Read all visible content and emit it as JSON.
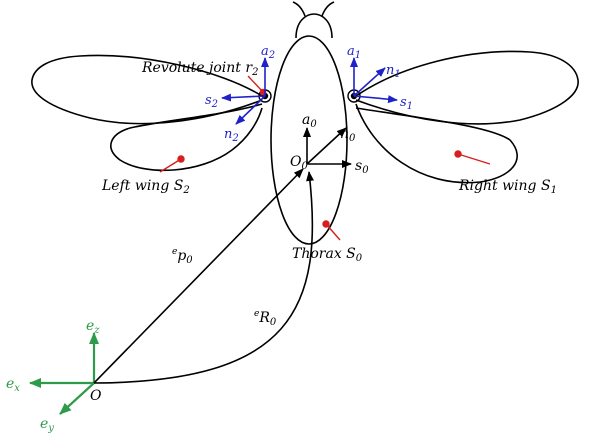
{
  "colors": {
    "outline": "#000000",
    "body_frame": "#1f22c8",
    "world_frame": "#2e9b4a",
    "point_marker": "#d81e1e"
  },
  "labels": {
    "revolute_joint": {
      "main": "Revolute joint r",
      "sub": "2"
    },
    "left_wing": {
      "main": "Left wing S",
      "sub": "2"
    },
    "right_wing": {
      "main": "Right wing S",
      "sub": "1"
    },
    "thorax": {
      "main": "Thorax S",
      "sub": "0"
    },
    "body_origin": {
      "main": "O",
      "sub": "0"
    },
    "world_origin": "O",
    "position_vector": {
      "sup": "e",
      "main": "p",
      "sub": "0"
    },
    "rotation": {
      "sup": "e",
      "main": "R",
      "sub": "0"
    }
  },
  "body_frame": {
    "a": {
      "main": "a",
      "sub": "0"
    },
    "n": {
      "main": "n",
      "sub": "0"
    },
    "s": {
      "main": "s",
      "sub": "0"
    }
  },
  "right_wing_frame": {
    "a": {
      "main": "a",
      "sub": "1"
    },
    "n": {
      "main": "n",
      "sub": "1"
    },
    "s": {
      "main": "s",
      "sub": "1"
    }
  },
  "left_wing_frame": {
    "a": {
      "main": "a",
      "sub": "2"
    },
    "n": {
      "main": "n",
      "sub": "2"
    },
    "s": {
      "main": "s",
      "sub": "2"
    }
  },
  "world_frame": {
    "z": {
      "main": "e",
      "sub": "z"
    },
    "x": {
      "main": "e",
      "sub": "x"
    },
    "y": {
      "main": "e",
      "sub": "y"
    }
  }
}
